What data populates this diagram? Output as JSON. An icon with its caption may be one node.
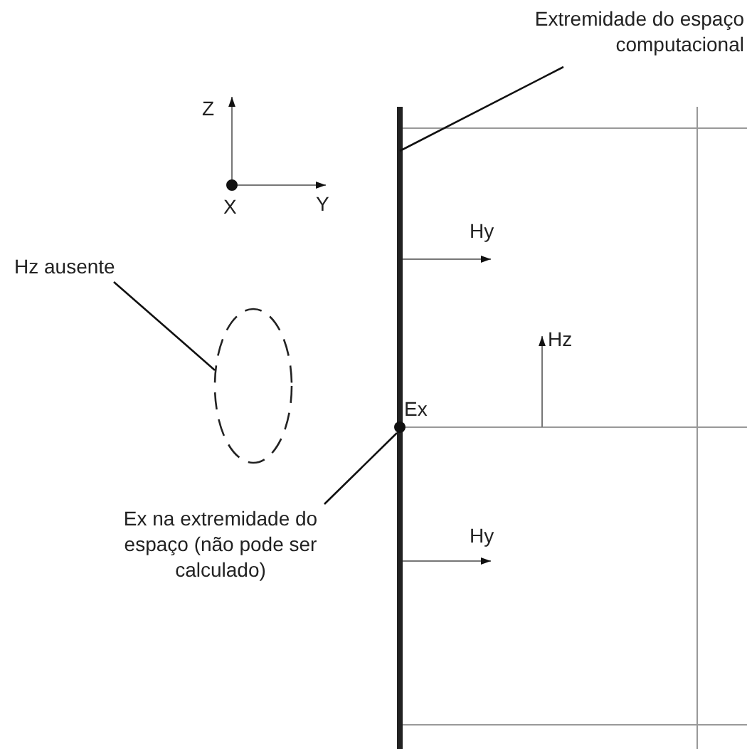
{
  "diagram": {
    "nodes": [
      {
        "text": [
          "Extremidade do espaço computacional"
        ]
      },
      {
        "text": [],
        "shape": "line"
      },
      {
        "text": [
          "Hz ausente"
        ]
      },
      {
        "text": [],
        "shape": "ellipse"
      },
      {
        "text": [
          "Ex na extremidade do espaço (não pode ser calculado)"
        ]
      },
      {
        "text": [
          "Ex"
        ]
      }
    ],
    "edges": [
      {
        "from": 0,
        "to": 1,
        "arrow": "none"
      },
      {
        "from": 2,
        "to": 3,
        "arrow": "none"
      },
      {
        "from": 4,
        "to": 5,
        "arrow": "none"
      }
    ],
    "labels": [
      "Z",
      "X",
      "Y",
      "Hy",
      "Hz",
      "Hy"
    ]
  }
}
